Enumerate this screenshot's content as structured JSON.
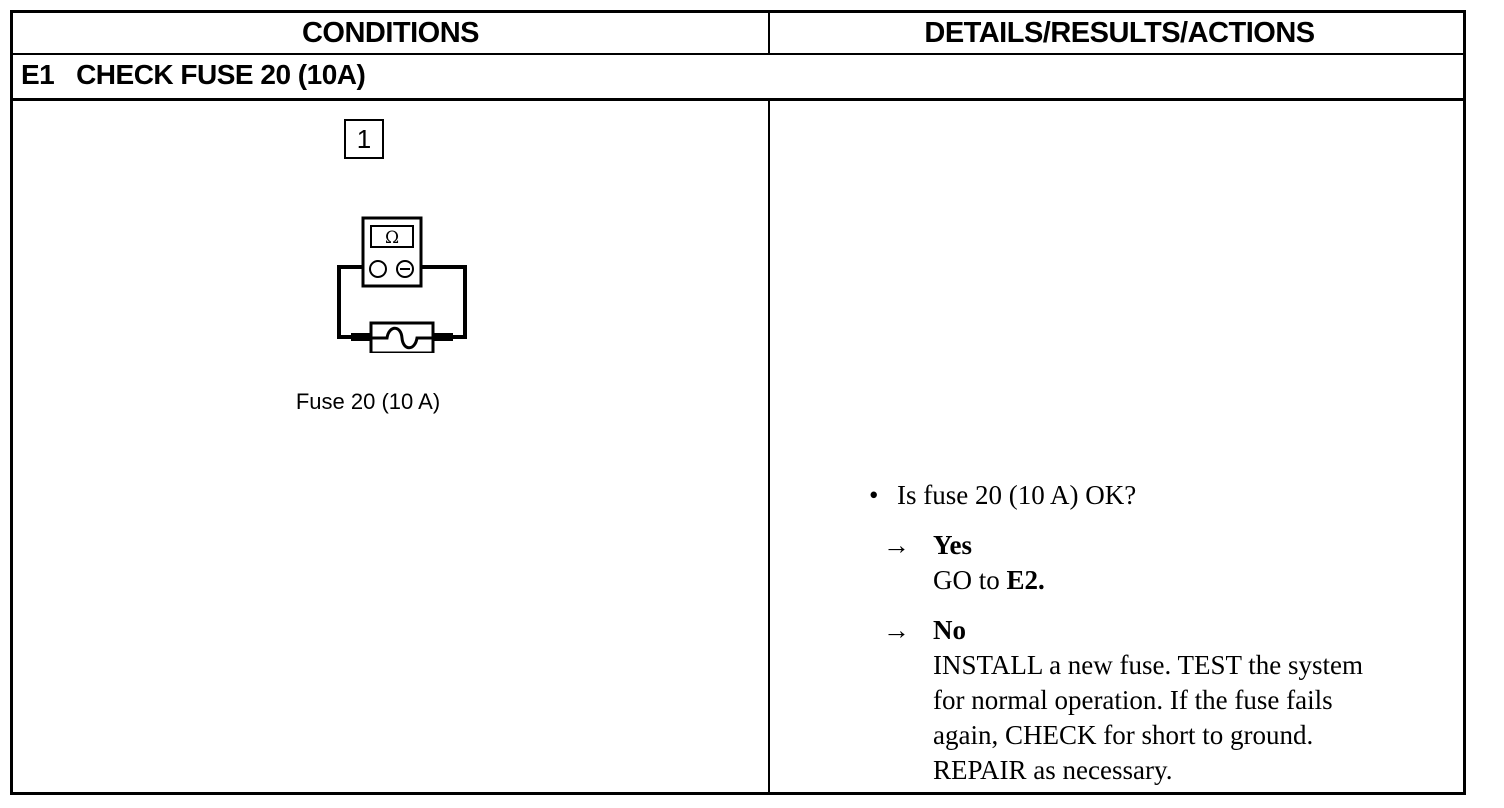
{
  "header": {
    "conditions": "CONDITIONS",
    "details": "DETAILS/RESULTS/ACTIONS"
  },
  "section": {
    "title": "E1   CHECK FUSE 20 (10A)"
  },
  "conditions_cell": {
    "step_number": "1",
    "meter_symbol": "Ω",
    "caption": "Fuse 20 (10 A)"
  },
  "details_cell": {
    "question": "Is fuse 20 (10 A) OK?",
    "bullet": "•",
    "arrow": "→",
    "yes": {
      "label": "Yes",
      "action_prefix": "GO to ",
      "action_target": "E2."
    },
    "no": {
      "label": "No",
      "lines": [
        "INSTALL a new fuse. TEST the system",
        "for normal operation. If the fuse fails",
        "again, CHECK for short to ground.",
        "REPAIR as necessary."
      ]
    }
  }
}
